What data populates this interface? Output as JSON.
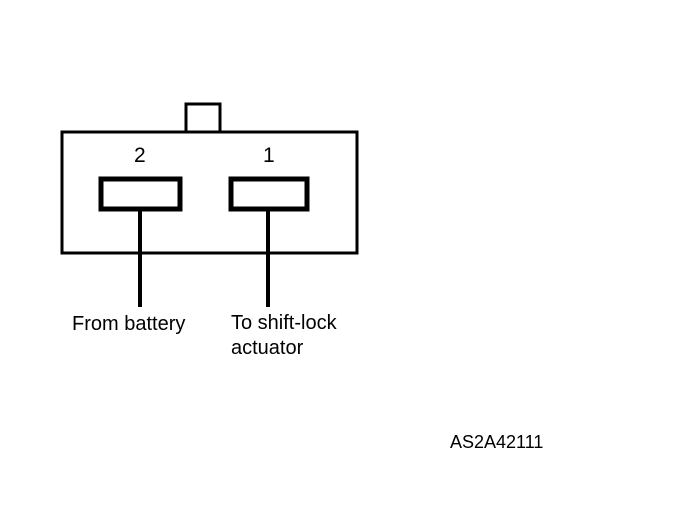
{
  "connector": {
    "pins": [
      {
        "number": "2",
        "function": "From battery"
      },
      {
        "number": "1",
        "function": "To shift-lock"
      }
    ]
  },
  "labels": {
    "from_battery": "From battery",
    "to_actuator_line1": "To shift-lock",
    "to_actuator_line2": "actuator"
  },
  "figure_code": "AS2A42111",
  "colors": {
    "line": "#000000",
    "background": "#ffffff"
  }
}
